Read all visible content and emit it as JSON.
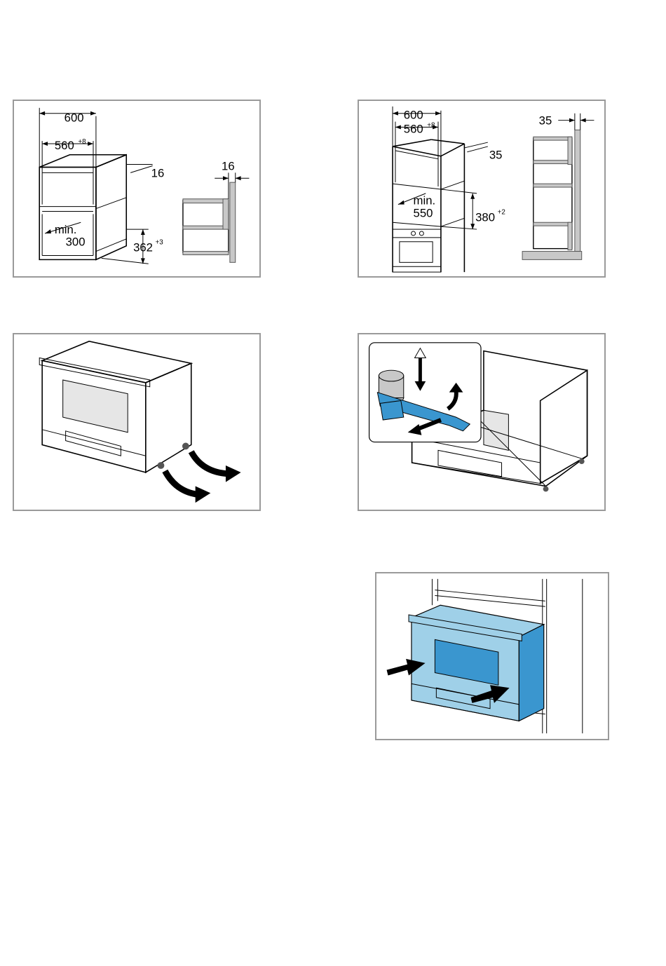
{
  "panel1": {
    "dim_width_outer": "600",
    "dim_width_inner": "560",
    "dim_width_inner_tol": "+8",
    "dim_depth_gap": "16",
    "dim_side_gap": "16",
    "dim_min_label": "min.",
    "dim_min_value": "300",
    "dim_height": "362",
    "dim_height_tol": "+3"
  },
  "panel2": {
    "dim_width_outer": "600",
    "dim_width_inner": "560",
    "dim_width_inner_tol": "+8",
    "dim_depth_gap": "35",
    "dim_min_label": "min.",
    "dim_min_value": "550",
    "dim_height": "380",
    "dim_height_tol": "+2",
    "dim_side_gap": "35"
  },
  "colors": {
    "border": "#9a9a9a",
    "highlight_blue": "#3a96cf",
    "light_blue": "#9fd0e8",
    "glass_gray": "#e6e6e6",
    "shelf_gray": "#c8c8c8"
  }
}
